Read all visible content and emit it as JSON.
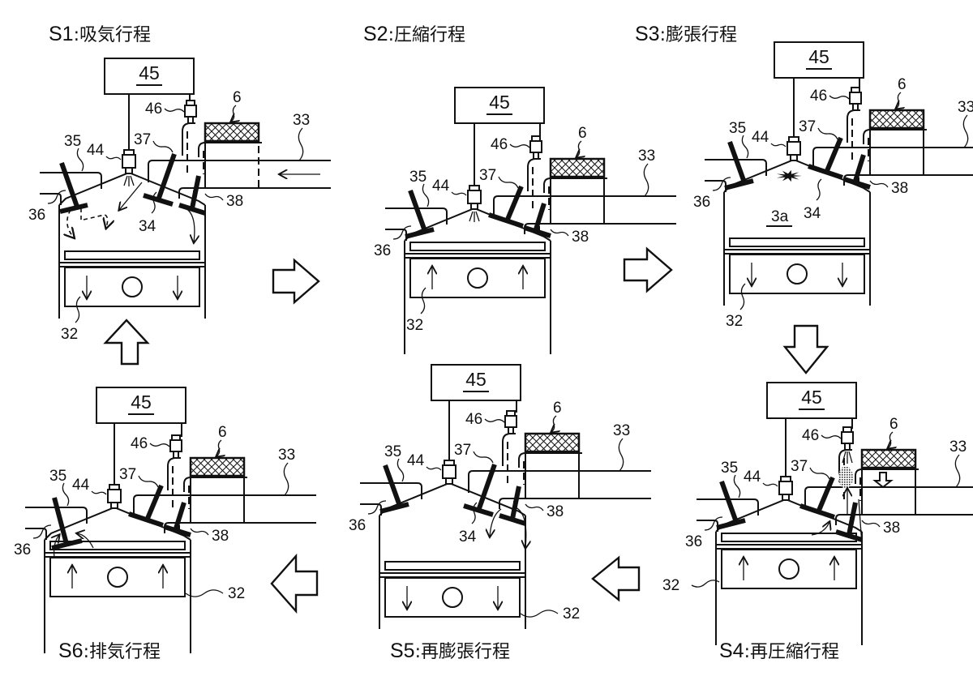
{
  "figure": {
    "description": "Engine cycle diagram with six strokes of a cylinder with fuel injection, catalyst and exhaust re-intake",
    "stages": [
      {
        "id": "S1",
        "title_code": "S1",
        "title_text": ":吸気行程",
        "title_meaning": "intake stroke",
        "piston_direction": "down",
        "labels": {
          "controller": "45",
          "fuel_injector": "44",
          "secondary_injector": "46",
          "catalyst": "6",
          "exhaust_pipe": "33",
          "intake_valve": "35",
          "intake_port": "36",
          "exhaust_valve": "37",
          "exhaust_port_valve": "38",
          "exhaust_valve_head": "34",
          "piston": "32"
        },
        "features": [
          "injector-44-spray",
          "intake-flow-dashed",
          "exhaust-inflow-arrows",
          "exhaust-pipe-inflow-arrow"
        ]
      },
      {
        "id": "S2",
        "title_code": "S2",
        "title_text": ":圧縮行程",
        "title_meaning": "compression stroke",
        "piston_direction": "up",
        "labels": {
          "controller": "45",
          "fuel_injector": "44",
          "secondary_injector": "46",
          "catalyst": "6",
          "exhaust_pipe": "33",
          "intake_valve": "35",
          "intake_port": "36",
          "exhaust_valve": "37",
          "exhaust_port_valve": "38",
          "piston": "32"
        },
        "features": [
          "injector-44-spray"
        ]
      },
      {
        "id": "S3",
        "title_code": "S3",
        "title_text": ":膨張行程",
        "title_meaning": "expansion stroke",
        "piston_direction": "down",
        "labels": {
          "controller": "45",
          "fuel_injector": "44",
          "secondary_injector": "46",
          "catalyst": "6",
          "exhaust_pipe": "33",
          "intake_valve": "35",
          "intake_port": "36",
          "exhaust_valve": "37",
          "exhaust_port_valve": "38",
          "exhaust_valve_head": "34",
          "combustion_chamber": "3a",
          "piston": "32"
        },
        "features": [
          "combustion-burst"
        ]
      },
      {
        "id": "S4",
        "title_code": "S4",
        "title_text": ":再圧縮行程",
        "title_meaning": "re-compression stroke",
        "piston_direction": "up",
        "labels": {
          "controller": "45",
          "fuel_injector": "44",
          "secondary_injector": "46",
          "catalyst": "6",
          "exhaust_pipe": "33",
          "intake_valve": "35",
          "intake_port": "36",
          "exhaust_valve": "37",
          "exhaust_port_valve": "38",
          "piston": "32"
        },
        "features": [
          "injector-46-spray",
          "fuel-cloud",
          "catalyst-down-arrow",
          "exhaust-outflow-arrow"
        ]
      },
      {
        "id": "S5",
        "title_code": "S5",
        "title_text": ":再膨張行程",
        "title_meaning": "re-expansion stroke",
        "piston_direction": "down",
        "labels": {
          "controller": "45",
          "fuel_injector": "44",
          "secondary_injector": "46",
          "catalyst": "6",
          "exhaust_pipe": "33",
          "intake_valve": "35",
          "intake_port": "36",
          "exhaust_valve": "37",
          "exhaust_port_valve": "38",
          "exhaust_valve_head": "34",
          "piston": "32"
        },
        "features": [
          "exhaust-inflow-arrows"
        ]
      },
      {
        "id": "S6",
        "title_code": "S6",
        "title_text": ":排気行程",
        "title_meaning": "exhaust stroke",
        "piston_direction": "up",
        "labels": {
          "controller": "45",
          "fuel_injector": "44",
          "secondary_injector": "46",
          "catalyst": "6",
          "exhaust_pipe": "33",
          "intake_valve": "35",
          "intake_port": "36",
          "exhaust_valve": "37",
          "exhaust_port_valve": "38",
          "piston": "32"
        },
        "features": [
          "exhaust-out-arrows"
        ]
      }
    ],
    "transitions": [
      {
        "from": "S1",
        "to": "S2",
        "direction": "right"
      },
      {
        "from": "S2",
        "to": "S3",
        "direction": "right"
      },
      {
        "from": "S3",
        "to": "S4",
        "direction": "down"
      },
      {
        "from": "S4",
        "to": "S5",
        "direction": "left"
      },
      {
        "from": "S5",
        "to": "S6",
        "direction": "left"
      },
      {
        "from": "S6",
        "to": "S1",
        "direction": "up"
      }
    ]
  }
}
